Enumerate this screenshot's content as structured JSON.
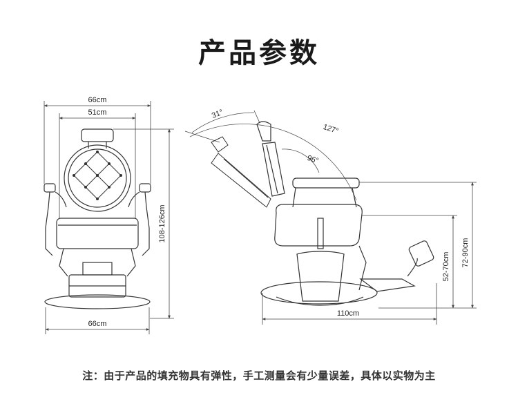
{
  "title": "产品参数",
  "front_view": {
    "dimensions": {
      "top_width": "66cm",
      "seat_width": "51cm",
      "height": "108-126cm",
      "base_width": "66cm"
    }
  },
  "side_view": {
    "angles": {
      "recline_max": "127°",
      "footrest_tilt": "31°",
      "backrest_upright": "96°"
    },
    "dimensions": {
      "armrest_height": "72-90cm",
      "seat_height": "52-70cm",
      "length": "110cm"
    }
  },
  "note": "注：由于产品的填充物具有弹性，手工测量会有少量误差，具体以实物为主",
  "colors": {
    "line": "#333333",
    "dim_line": "#444444",
    "text": "#222222"
  }
}
